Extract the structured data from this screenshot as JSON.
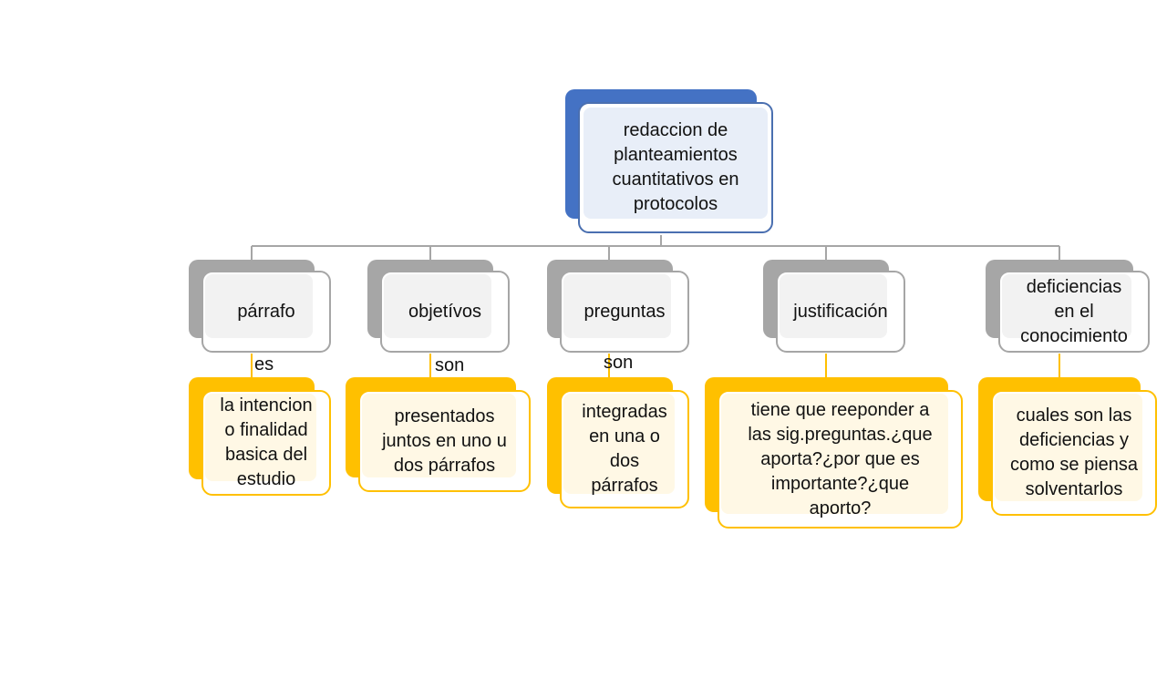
{
  "colors": {
    "root_accent": "#4472c4",
    "category_accent": "#a6a6a6",
    "description_accent": "#ffc000",
    "tree_line": "#a6a6a6",
    "link_line": "#ffc000"
  },
  "root": {
    "text": "redaccion de\nplanteamientos\ncuantitativos en\nprotocolos"
  },
  "categories": [
    {
      "text": "párrafo",
      "link_label": "es",
      "description": "la intencion\no finalidad\nbasica del\nestudio"
    },
    {
      "text": "objetívos",
      "link_label": "son",
      "description": "presentados\njuntos en uno u\ndos párrafos"
    },
    {
      "text": "preguntas",
      "link_label": "son",
      "description": "integradas\nen una o\ndos\npárrafos"
    },
    {
      "text": "justificación",
      "link_label": "",
      "description": "tiene que reeponder a\nlas sig.preguntas.¿que\naporta?¿por que es\nimportante?¿que\naporto?"
    },
    {
      "text": "deficiencias\nen el\nconocimiento",
      "link_label": "",
      "description": "cuales son las\ndeficiencias y\ncomo se piensa\nsolventarlos"
    }
  ]
}
